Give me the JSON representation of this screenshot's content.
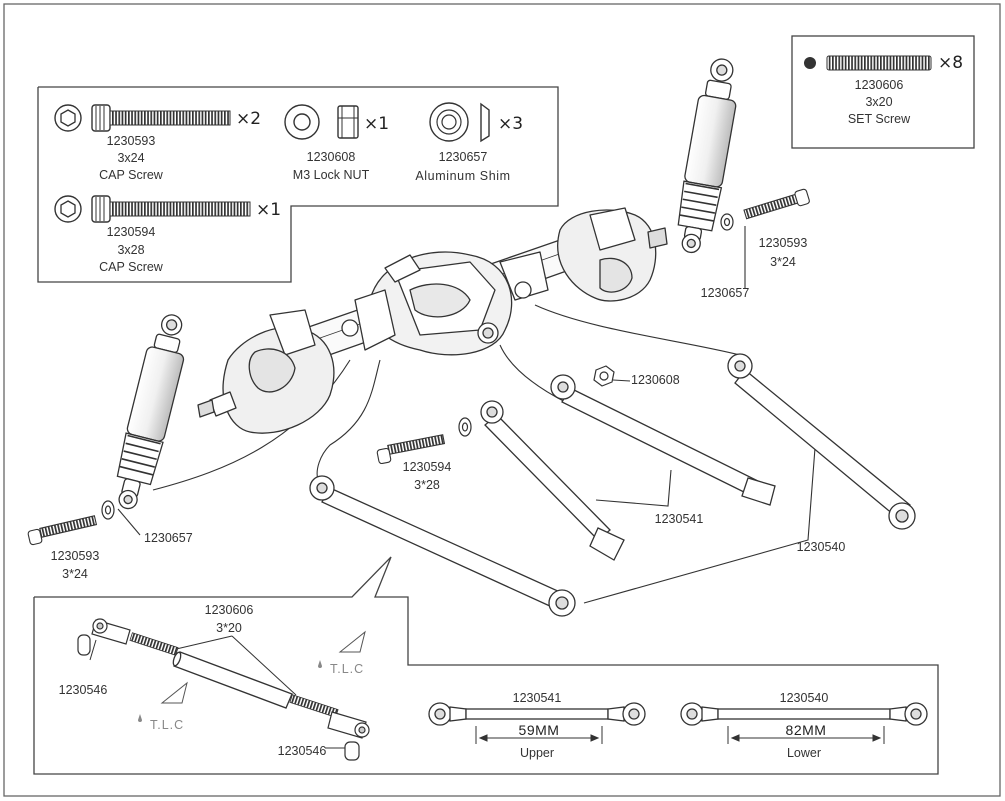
{
  "callouts": {
    "cap_screw_3x24": {
      "qty": "×2",
      "part": "1230593",
      "size": "3x24",
      "name": "CAP Screw"
    },
    "cap_screw_3x28": {
      "qty": "×1",
      "part": "1230594",
      "size": "3x28",
      "name": "CAP Screw"
    },
    "lock_nut": {
      "qty": "×1",
      "part": "1230608",
      "name": "M3 Lock NUT"
    },
    "aluminum_shim": {
      "qty": "×3",
      "part": "1230657",
      "name": "Aluminum Shim"
    },
    "set_screw": {
      "qty": "×8",
      "part": "1230606",
      "size": "3x20",
      "name": "SET Screw"
    }
  },
  "main_labels": {
    "screw_right_part": "1230593",
    "screw_right_size": "3*24",
    "shim_right": "1230657",
    "nut_part": "1230608",
    "screw_mid_part": "1230594",
    "screw_mid_size": "3*28",
    "upper_link_part": "1230541",
    "lower_link_part": "1230540",
    "shim_left": "1230657",
    "screw_left_part": "1230593",
    "screw_left_size": "3*24"
  },
  "inset": {
    "setscrew_part": "1230606",
    "setscrew_size": "3*20",
    "rodend_top": "1230546",
    "rodend_bottom": "1230546",
    "tlc_right": "T.L.C",
    "tlc_left": "T.L.C",
    "upper": {
      "part": "1230541",
      "length": "59MM",
      "name": "Upper"
    },
    "lower": {
      "part": "1230540",
      "length": "82MM",
      "name": "Lower"
    }
  },
  "colors": {
    "line": "#333333",
    "frame": "#555555",
    "fill": "#ffffff",
    "shade": "#e6e6e6"
  }
}
